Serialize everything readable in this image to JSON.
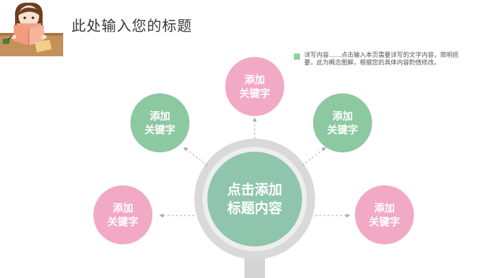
{
  "header": {
    "title": "此处输入您的标题"
  },
  "note": {
    "text": "详写内容……点击输入本页需要详写的文字内容，简明扼要，此为概念图解，根据您的具体内容酌情修改。"
  },
  "center": {
    "line1": "点击添加",
    "line2": "标题内容"
  },
  "nodes": [
    {
      "id": "far-left",
      "line1": "添加",
      "line2": "关键字",
      "color": "pink"
    },
    {
      "id": "upper-left",
      "line1": "添加",
      "line2": "关键字",
      "color": "green"
    },
    {
      "id": "top",
      "line1": "添加",
      "line2": "关键字",
      "color": "pink"
    },
    {
      "id": "upper-right",
      "line1": "添加",
      "line2": "关键字",
      "color": "green"
    },
    {
      "id": "far-right",
      "line1": "添加",
      "line2": "关键字",
      "color": "pink"
    }
  ],
  "colors": {
    "pink": "#f2a9c4",
    "green": "#8cc8a0",
    "center": "#8fc5ad",
    "magnifier_ring": "#d9d9d9",
    "bullet": "#8fcfa3"
  }
}
